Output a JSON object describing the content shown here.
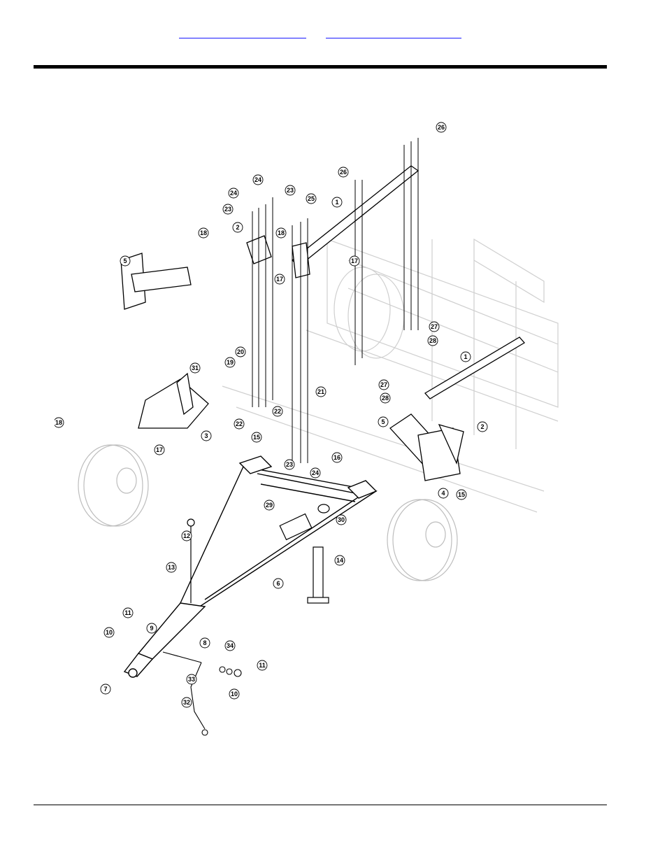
{
  "header": {
    "link_1": "",
    "link_2": ""
  },
  "diagram": {
    "callouts": [
      "1",
      "2",
      "3",
      "4",
      "5",
      "6",
      "7",
      "8",
      "9",
      "10",
      "11",
      "12",
      "13",
      "14",
      "15",
      "16",
      "17",
      "18",
      "19",
      "20",
      "21",
      "22",
      "23",
      "24",
      "25",
      "26",
      "27",
      "28",
      "29",
      "30",
      "31",
      "32",
      "33",
      "34"
    ]
  },
  "footer": {}
}
